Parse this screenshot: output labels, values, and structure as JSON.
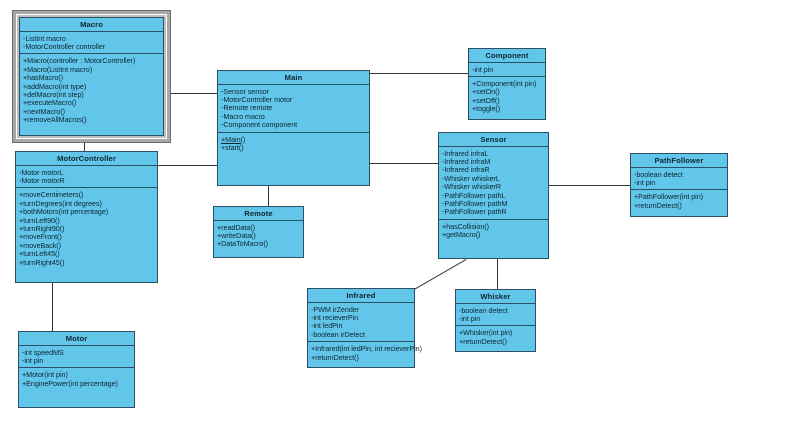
{
  "diagram": {
    "type": "uml-class-diagram",
    "background_color": "#ffffff",
    "class_fill_color": "#62c6ea",
    "class_border_color": "#2b4f63",
    "selection_color": "#bfbfbf"
  },
  "classes": {
    "macro": {
      "name": "Macro",
      "selected": true,
      "attributes": [
        "-ListInt macro",
        "-MotorController controller"
      ],
      "methods": [
        "+Macro(controller : MotorController)",
        "+Macro(ListInt macro)",
        "+hasMacro()",
        "+addMacro(int type)",
        "+delMacro(int step)",
        "+executeMacro()",
        "+nextMacro()",
        "+removeAllMacros()"
      ]
    },
    "motorcontroller": {
      "name": "MotorController",
      "selected": false,
      "attributes": [
        "-Motor motorL",
        "-Motor motorR"
      ],
      "methods": [
        "+moveCentimeters()",
        "+turnDegrees(int degrees)",
        "+bothMotors(int percentage)",
        "+turnLeft90()",
        "+turnRight90()",
        "+moveFront()",
        "+moveBack()",
        "+turnLeft45()",
        "+turnRight45()"
      ]
    },
    "motor": {
      "name": "Motor",
      "selected": false,
      "attributes": [
        "-int speedMS",
        "-int pin"
      ],
      "methods": [
        "+Motor(int pin)",
        "+EnginePower(int percentage)"
      ]
    },
    "main": {
      "name": "Main",
      "selected": false,
      "attributes": [
        "-Sensor sensor",
        "-MotorController motor",
        "-Remote remote",
        "-Macro macro",
        "-Component component"
      ],
      "methods": [
        "+Main()",
        "+start()"
      ],
      "static_methods": [
        "+Main()"
      ]
    },
    "remote": {
      "name": "Remote",
      "selected": false,
      "attributes": [],
      "methods": [
        "+readData()",
        "+writeData()",
        "+DataToMacro()"
      ]
    },
    "component": {
      "name": "Component",
      "selected": false,
      "attributes": [
        "-int pin"
      ],
      "methods": [
        "+Component(int pin)",
        "+setOn()",
        "+setOff()",
        "+toggle()"
      ]
    },
    "sensor": {
      "name": "Sensor",
      "selected": false,
      "attributes": [
        "-Infrared infraL",
        "-Infrared infraM",
        "-Infrared infraR",
        "-Whisker whiskerL",
        "-Whisker whiskerR",
        "-PathFollower pathL",
        "-PathFollower pathM",
        "-PathFollower pathR"
      ],
      "methods": [
        "+hasCollision()",
        "+getMacro()"
      ]
    },
    "infrared": {
      "name": "Infrared",
      "selected": false,
      "attributes": [
        "-PWM irZender",
        "-int recieverPin",
        "-int ledPin",
        "-boolean irDetect"
      ],
      "methods": [
        "+Infrared(int ledPin, int recieverPin)",
        "+returnDetect()"
      ]
    },
    "whisker": {
      "name": "Whisker",
      "selected": false,
      "attributes": [
        "-boolean detect",
        "-int pin"
      ],
      "methods": [
        "+Whisker(int pin)",
        "+returnDetect()"
      ]
    },
    "pathfollower": {
      "name": "PathFollower",
      "selected": false,
      "attributes": [
        "-boolean detect",
        "-int pin"
      ],
      "methods": [
        "+PathFollower(int pin)",
        "+returnDetect()"
      ]
    }
  },
  "associations": [
    {
      "from": "Macro",
      "to": "Main"
    },
    {
      "from": "Macro",
      "to": "MotorController"
    },
    {
      "from": "MotorController",
      "to": "Main"
    },
    {
      "from": "MotorController",
      "to": "Motor"
    },
    {
      "from": "Main",
      "to": "Remote"
    },
    {
      "from": "Main",
      "to": "Component"
    },
    {
      "from": "Main",
      "to": "Sensor"
    },
    {
      "from": "Sensor",
      "to": "PathFollower"
    },
    {
      "from": "Sensor",
      "to": "Whisker"
    },
    {
      "from": "Sensor",
      "to": "Infrared"
    }
  ]
}
